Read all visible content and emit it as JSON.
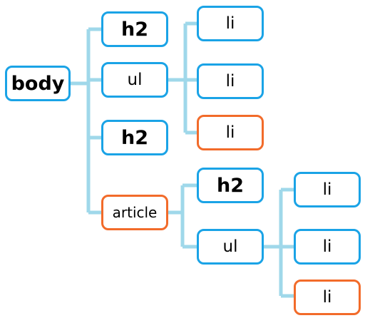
{
  "diagram": {
    "colors": {
      "node_border": "#1aa3e6",
      "highlight_border": "#f26b2a",
      "connector": "#9fd8ea",
      "text": "#000000"
    },
    "nodes": {
      "body": {
        "label": "body",
        "highlighted": false
      },
      "h2_first": {
        "label": "h2",
        "highlighted": false
      },
      "ul_first": {
        "label": "ul",
        "highlighted": false
      },
      "li_1": {
        "label": "li",
        "highlighted": false
      },
      "li_2": {
        "label": "li",
        "highlighted": false
      },
      "li_3": {
        "label": "li",
        "highlighted": true
      },
      "h2_second": {
        "label": "h2",
        "highlighted": false
      },
      "article": {
        "label": "article",
        "highlighted": true
      },
      "h2_article": {
        "label": "h2",
        "highlighted": false
      },
      "ul_article": {
        "label": "ul",
        "highlighted": false
      },
      "li_4": {
        "label": "li",
        "highlighted": false
      },
      "li_5": {
        "label": "li",
        "highlighted": false
      },
      "li_6": {
        "label": "li",
        "highlighted": true
      }
    }
  }
}
